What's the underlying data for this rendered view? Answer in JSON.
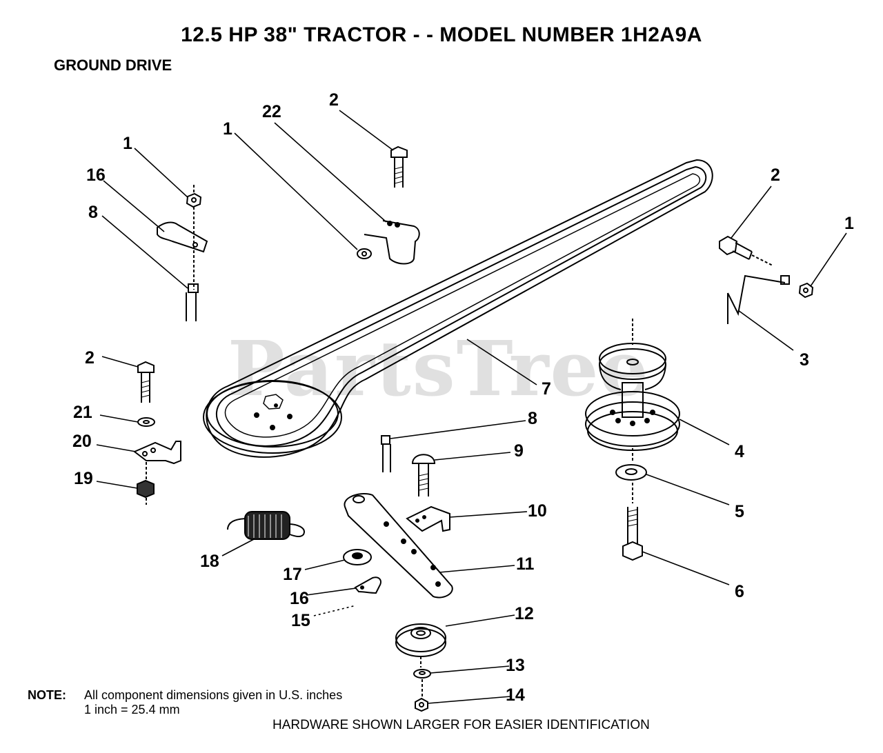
{
  "title": "12.5 HP 38\" TRACTOR - - MODEL NUMBER 1H2A9A",
  "subtitle": "GROUND DRIVE",
  "watermark": "PartsTree",
  "note": {
    "label": "NOTE:",
    "line1": "All component dimensions given in U.S. inches",
    "line2": "1 inch = 25.4 mm"
  },
  "hardware_note": "HARDWARE SHOWN LARGER FOR EASIER IDENTIFICATION",
  "callouts": {
    "c1_top_left": "1",
    "c16_top_left": "16",
    "c8_top_left": "8",
    "c1_center": "1",
    "c22": "22",
    "c2_center": "2",
    "c2_right": "2",
    "c1_right": "1",
    "c3": "3",
    "c7": "7",
    "c4": "4",
    "c5": "5",
    "c6": "6",
    "c2_left": "2",
    "c21": "21",
    "c20": "20",
    "c19": "19",
    "c8_center": "8",
    "c9": "9",
    "c10": "10",
    "c11": "11",
    "c18": "18",
    "c17": "17",
    "c16_bottom": "16",
    "c15": "15",
    "c12": "12",
    "c13": "13",
    "c14": "14"
  }
}
